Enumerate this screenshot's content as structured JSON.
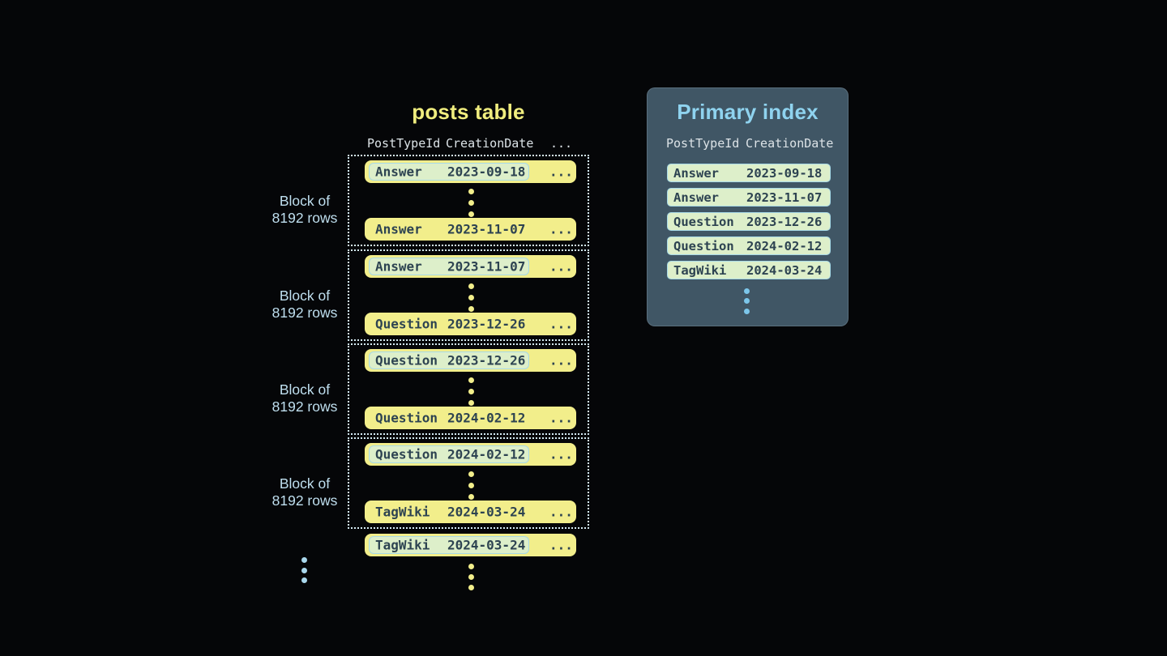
{
  "posts_table": {
    "title": "posts table",
    "headers": {
      "col1": "PostTypeId",
      "col2": "CreationDate",
      "col3": "..."
    },
    "block_label": {
      "line1": "Block of",
      "line2": "8192 rows"
    },
    "row_ellipsis": "...",
    "blocks": [
      {
        "first": {
          "post_type": "Answer",
          "creation_date": "2023-09-18"
        },
        "last": {
          "post_type": "Answer",
          "creation_date": "2023-11-07"
        }
      },
      {
        "first": {
          "post_type": "Answer",
          "creation_date": "2023-11-07"
        },
        "last": {
          "post_type": "Question",
          "creation_date": "2023-12-26"
        }
      },
      {
        "first": {
          "post_type": "Question",
          "creation_date": "2023-12-26"
        },
        "last": {
          "post_type": "Question",
          "creation_date": "2024-02-12"
        }
      },
      {
        "first": {
          "post_type": "Question",
          "creation_date": "2024-02-12"
        },
        "last": {
          "post_type": "TagWiki",
          "creation_date": "2024-03-24"
        }
      }
    ],
    "overflow_row": {
      "post_type": "TagWiki",
      "creation_date": "2024-03-24"
    }
  },
  "primary_index": {
    "title": "Primary index",
    "headers": {
      "col1": "PostTypeId",
      "col2": "CreationDate"
    },
    "rows": [
      {
        "post_type": "Answer",
        "creation_date": "2023-09-18"
      },
      {
        "post_type": "Answer",
        "creation_date": "2023-11-07"
      },
      {
        "post_type": "Question",
        "creation_date": "2023-12-26"
      },
      {
        "post_type": "Question",
        "creation_date": "2024-02-12"
      },
      {
        "post_type": "TagWiki",
        "creation_date": "2024-03-24"
      }
    ]
  },
  "colors": {
    "background": "#050608",
    "row_yellow": "#f2ee8b",
    "highlight_mint": "#ddefca",
    "highlight_border": "#a7d9e7",
    "row_text": "#2d4351",
    "panel_background": "#405665",
    "posts_title": "#f0ed7e",
    "index_title": "#8fd3ef",
    "block_label": "#bfdfef",
    "block_border": "#d5ebf4",
    "header_text": "#dce3e7",
    "index_dots": "#7cc6ea",
    "table_overflow_dots": "#a9d7ec"
  }
}
